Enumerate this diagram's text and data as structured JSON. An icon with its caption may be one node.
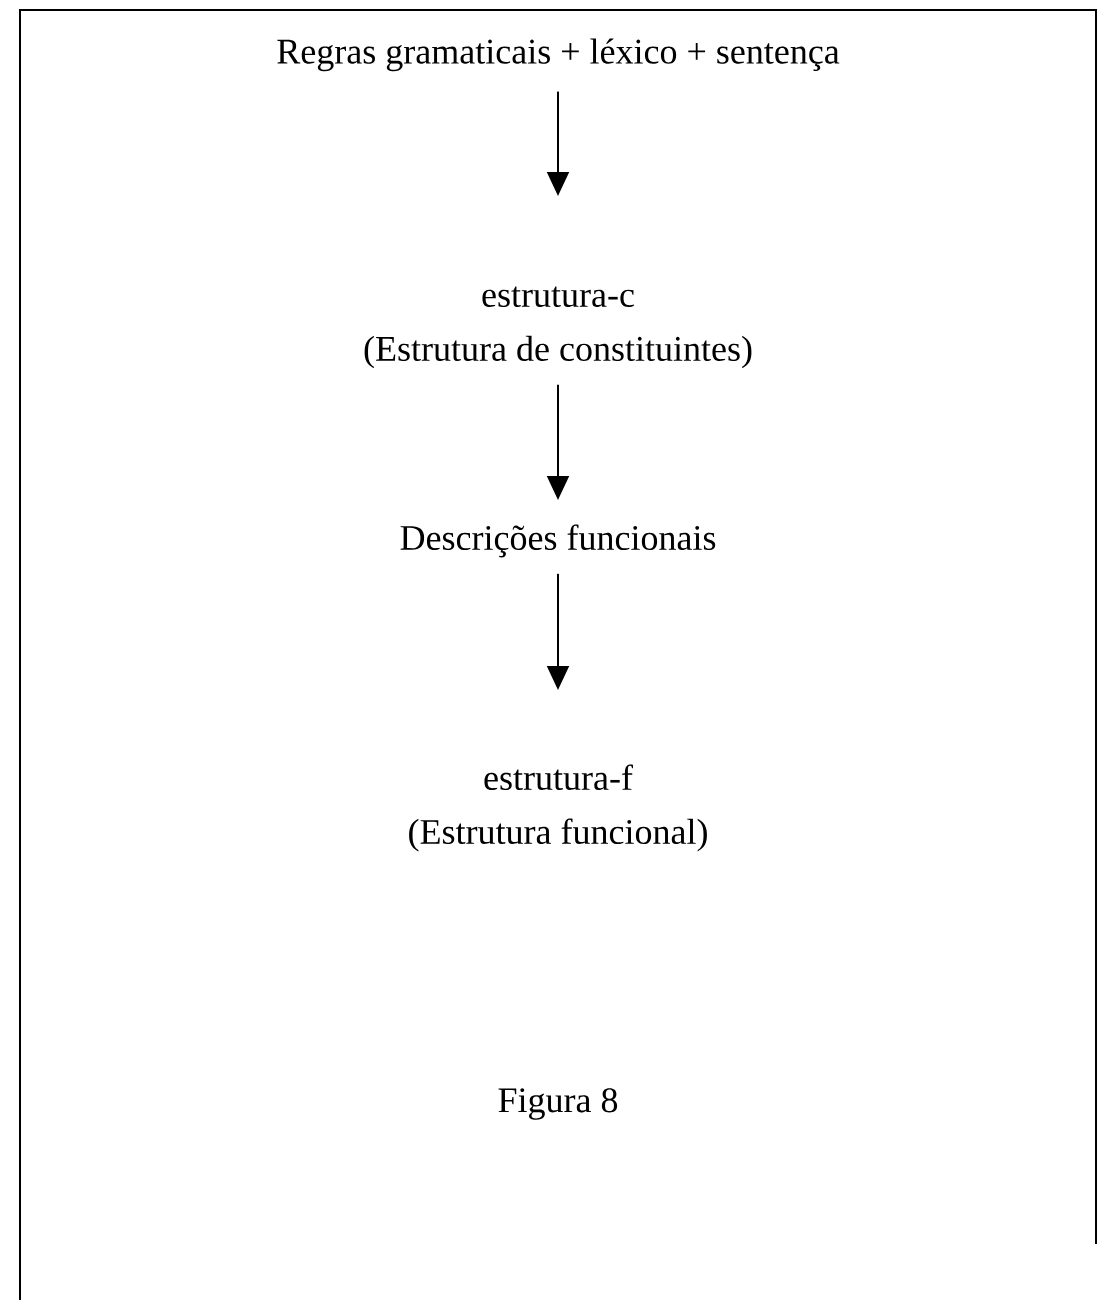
{
  "diagram": {
    "caption": "Figura 8",
    "nodes": [
      {
        "text": [
          "Regras gramaticais + léxico + sentença"
        ]
      },
      {
        "text": [
          "estrutura-c",
          "(Estrutura de constituintes)"
        ]
      },
      {
        "text": [
          "Descrições funcionais"
        ]
      },
      {
        "text": [
          "estrutura-f",
          "(Estrutura funcional)"
        ]
      }
    ],
    "edges": [
      {
        "from": 0,
        "to": 1,
        "arrow": "to"
      },
      {
        "from": 1,
        "to": 2,
        "arrow": "to"
      },
      {
        "from": 2,
        "to": 3,
        "arrow": "to"
      }
    ]
  }
}
